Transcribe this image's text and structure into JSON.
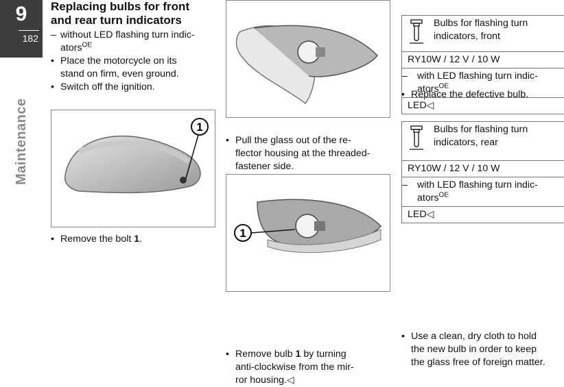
{
  "tab": {
    "chapter": "9",
    "page": "182"
  },
  "section": "Maintenance",
  "col1": {
    "title_line1": "Replacing bulbs for front",
    "title_line2": "and rear turn indicators",
    "item1_a": "without LED flashing turn indic-",
    "item1_b": "ators",
    "item1_sup": "OE",
    "item2_a": "Place the motorcycle on its",
    "item2_b": "stand on firm, even ground.",
    "item3": "Switch off the ignition.",
    "fig_callout": "1",
    "caption_pre": "Remove the bolt ",
    "caption_bold": "1",
    "caption_post": "."
  },
  "col2": {
    "b1_line1": "Pull the glass out of the re-",
    "b1_line2": "flector housing at the threaded-",
    "b1_line3": "fastener side.",
    "fig_callout": "1",
    "b2_pre": "Remove bulb ",
    "b2_bold": "1",
    "b2_post": " by turning",
    "b2_line2": "anti-clockwise from the mir-",
    "b2_line3": "ror housing.◁"
  },
  "col3": {
    "top": "Replace the defective bulb.",
    "front_head1": "Bulbs for flashing turn",
    "front_head2": "indicators, front",
    "front_spec": "RY10W / 12 V / 10 W",
    "front_note_a": "with LED flashing turn indic-",
    "front_note_b": "ators",
    "front_note_sup": "OE",
    "front_led": "LED◁",
    "rear_head1": "Bulbs for flashing turn",
    "rear_head2": "indicators, rear",
    "rear_spec": "RY10W / 12 V / 10 W",
    "rear_note_a": "with LED flashing turn indic-",
    "rear_note_b": "ators",
    "rear_note_sup": "OE",
    "rear_led": "LED◁",
    "bottom1": "Use a clean, dry cloth to hold",
    "bottom2": "the new bulb in order to keep",
    "bottom3": "the glass free of foreign matter."
  }
}
